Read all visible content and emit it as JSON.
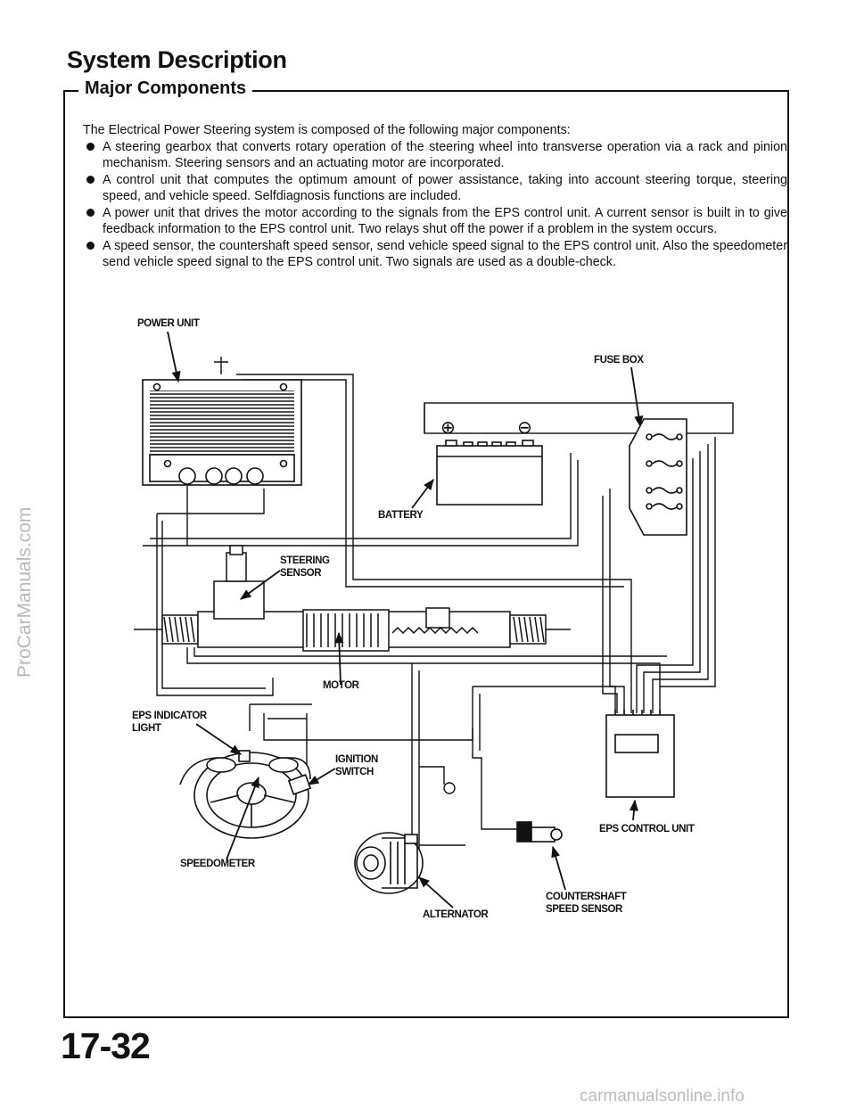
{
  "page": {
    "title": "System Description",
    "section_title": "Major Components",
    "page_number": "17-32"
  },
  "intro": {
    "lead": "The Electrical Power Steering system is composed of the following major components:",
    "bullets": [
      "A steering gearbox that converts rotary operation of the steering wheel into transverse operation via a rack and pinion mechanism. Steering sensors and an actuating motor are incorporated.",
      "A control unit that computes the optimum amount of power assistance, taking into account steering torque, steering speed, and vehicle speed. Selfdiagnosis functions are included.",
      "A power unit that drives the motor according to the signals from the EPS control unit. A current sensor is built in to give feedback information to the EPS control unit. Two relays shut off the power if a problem in the system occurs.",
      "A speed sensor, the countershaft speed sensor, send vehicle speed signal to the EPS control unit. Also the speedometer send vehicle speed signal to the EPS control unit. Two signals are used as a double-check."
    ]
  },
  "diagram": {
    "labels": {
      "power_unit": "POWER UNIT",
      "fuse_box": "FUSE BOX",
      "battery": "BATTERY",
      "steering_sensor_1": "STEERING",
      "steering_sensor_2": "SENSOR",
      "motor": "MOTOR",
      "eps_indicator_1": "EPS INDICATOR",
      "eps_indicator_2": "LIGHT",
      "ignition_switch_1": "IGNITION",
      "ignition_switch_2": "SWITCH",
      "eps_control_unit": "EPS CONTROL UNIT",
      "speedometer": "SPEEDOMETER",
      "alternator": "ALTERNATOR",
      "countershaft_1": "COUNTERSHAFT",
      "countershaft_2": "SPEED SENSOR"
    },
    "battery_plus": "⊕",
    "battery_minus": "⊖"
  },
  "watermarks": {
    "left": "ProCarManuals.com",
    "bottom": "carmanualsonline.info"
  }
}
